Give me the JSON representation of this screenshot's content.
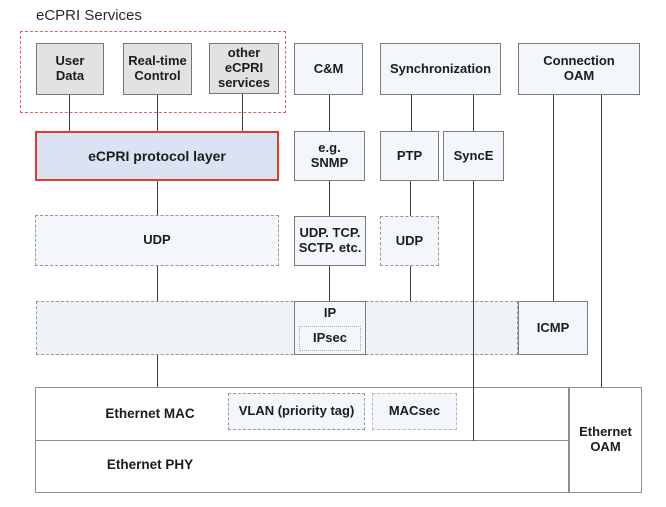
{
  "title": "eCPRI Services",
  "colors": {
    "accent_red": "#e23b32",
    "group_dash_red": "#e8605c",
    "ecpri_fill": "#d9e3f1",
    "box_fill": "#f3f6fa",
    "gray_fill": "#e2e2e2",
    "line_gray": "#3f3f3f",
    "border_gray": "#7b7b7b"
  },
  "boxes": {
    "user_data": {
      "label": "User\nData"
    },
    "realtime_control": {
      "label": "Real-time\nControl"
    },
    "other_services": {
      "label": "other\neCPRI\nservices"
    },
    "cm": {
      "label": "C&M"
    },
    "synchronization": {
      "label": "Synchronization"
    },
    "connection_oam": {
      "label": "Connection\nOAM"
    },
    "ecpri_protocol": {
      "label": "eCPRI protocol layer"
    },
    "snmp": {
      "label": "e.g.\nSNMP"
    },
    "ptp": {
      "label": "PTP"
    },
    "synce": {
      "label": "SyncE"
    },
    "udp_main": {
      "label": "UDP"
    },
    "udp_tcp_sctp": {
      "label": "UDP. TCP.\nSCTP. etc."
    },
    "udp_small": {
      "label": "UDP"
    },
    "ip": {
      "label": "IP"
    },
    "ipsec": {
      "label": "IPsec"
    },
    "icmp": {
      "label": "ICMP"
    },
    "ethernet_mac": {
      "label": "Ethernet MAC"
    },
    "vlan": {
      "label": "VLAN (priority tag)"
    },
    "macsec": {
      "label": "MACsec"
    },
    "ethernet_phy": {
      "label": "Ethernet PHY"
    },
    "ethernet_oam": {
      "label": "Ethernet\nOAM"
    }
  }
}
